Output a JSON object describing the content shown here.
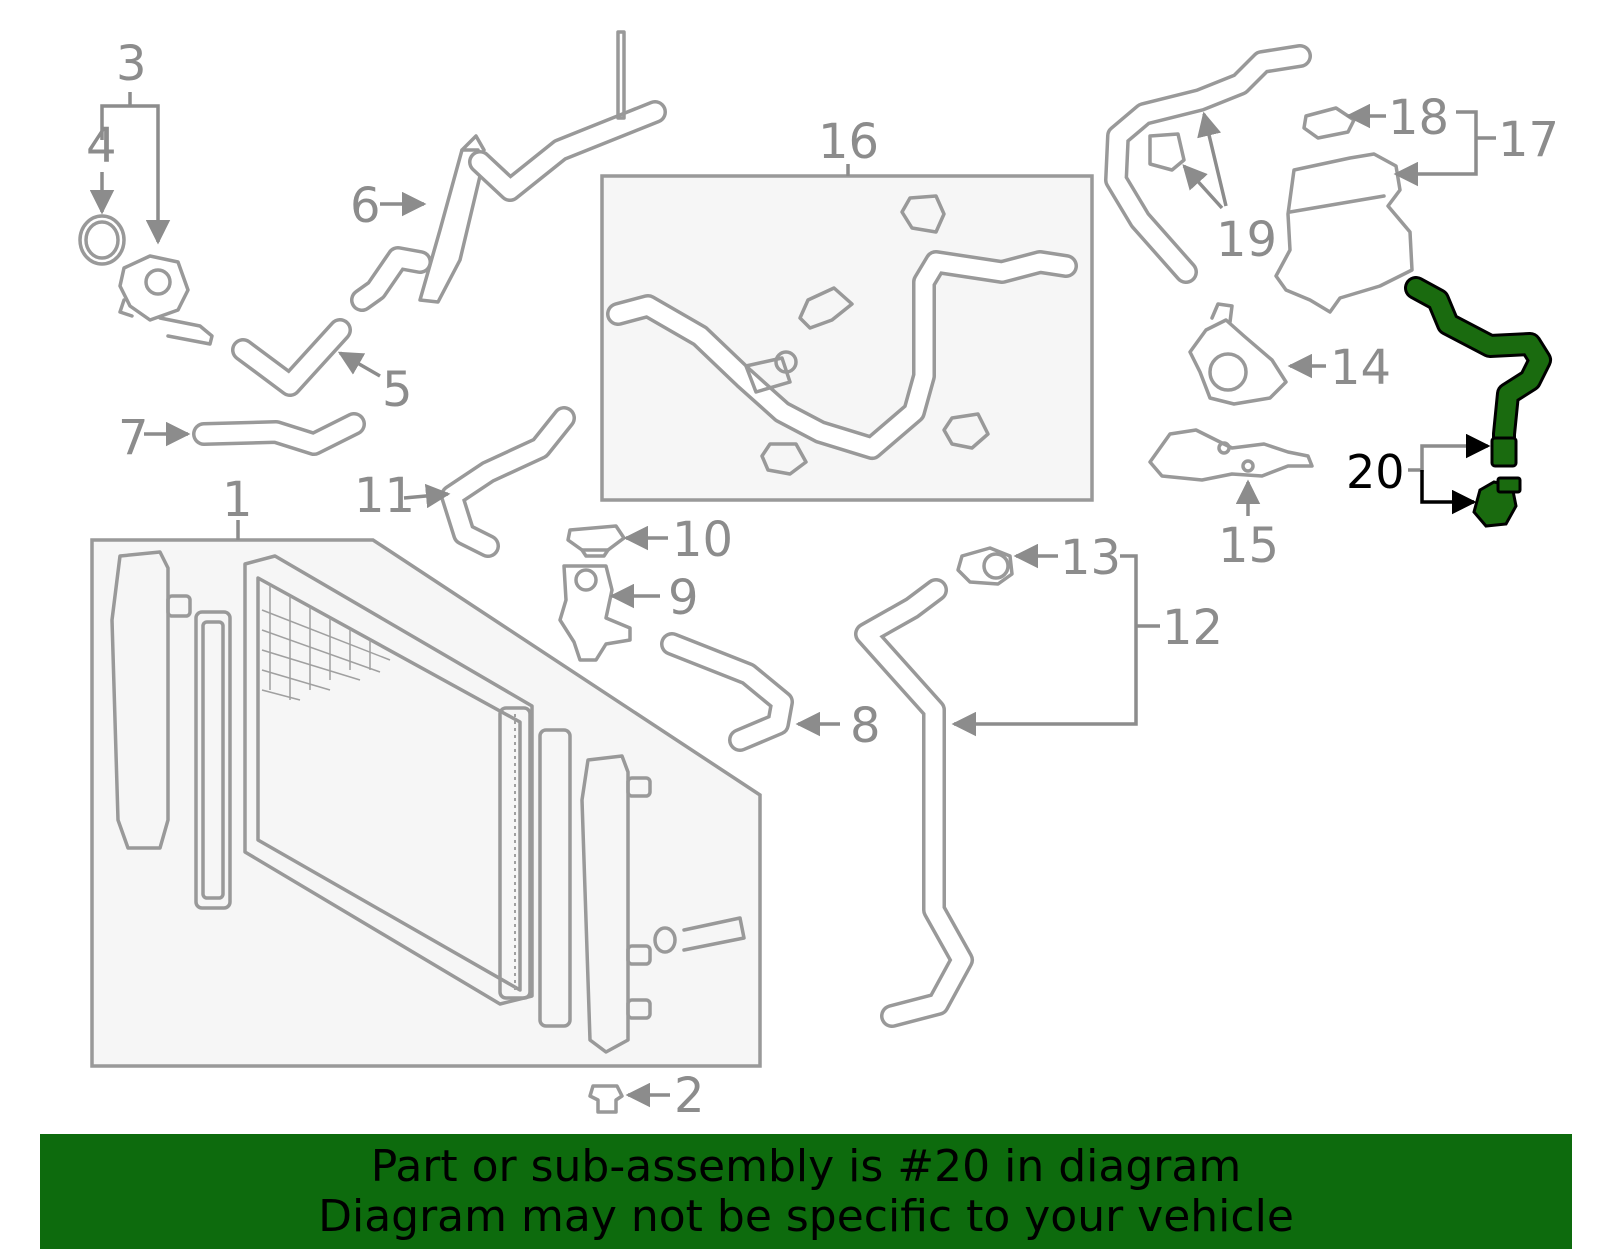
{
  "labels": {
    "l1": "1",
    "l2": "2",
    "l3": "3",
    "l4": "4",
    "l5": "5",
    "l6": "6",
    "l7": "7",
    "l8": "8",
    "l9": "9",
    "l10": "10",
    "l11": "11",
    "l12": "12",
    "l13": "13",
    "l14": "14",
    "l15": "15",
    "l16": "16",
    "l17": "17",
    "l18": "18",
    "l19": "19",
    "l20": "20"
  },
  "highlight": {
    "part_number": "20",
    "color": "#1a6b0f"
  },
  "banner": {
    "line1": "Part or sub-assembly is #20 in diagram",
    "line2": "Diagram may not be specific to your vehicle",
    "background": "#0d6b0d"
  }
}
